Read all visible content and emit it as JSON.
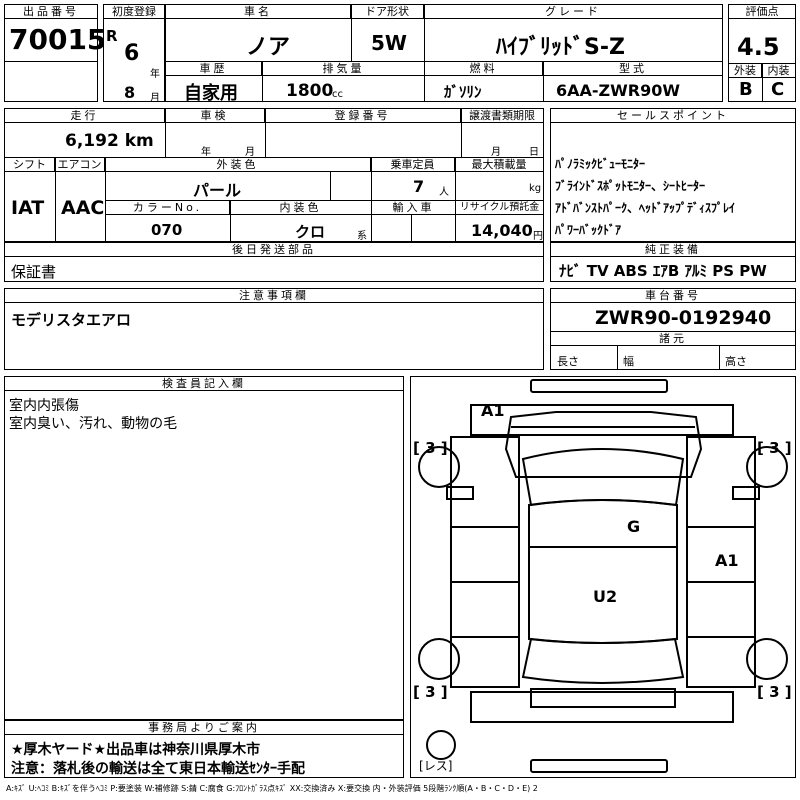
{
  "lot": {
    "label": "出品番号",
    "value": "70015"
  },
  "first_reg": {
    "label": "初度登録",
    "era": "R",
    "year": "6",
    "year_unit": "年",
    "month": "8",
    "month_unit": "月"
  },
  "car_name": {
    "label": "車名",
    "value": "ノア"
  },
  "history": {
    "label": "車歴",
    "value": "自家用"
  },
  "displacement": {
    "label": "排気量",
    "value": "1800",
    "unit": "cc"
  },
  "door": {
    "label": "ドア形状",
    "value": "5W"
  },
  "fuel": {
    "label": "燃料",
    "value": "ｶﾞｿﾘﾝ"
  },
  "grade": {
    "label": "グレード",
    "value": "ﾊｲﾌﾞﾘｯﾄﾞS-Z"
  },
  "model_code": {
    "label": "型式",
    "value": "6AA-ZWR90W"
  },
  "score": {
    "label": "評価点",
    "value": "4.5",
    "exterior_label": "外装",
    "exterior": "B",
    "interior_label": "内装",
    "interior": "C"
  },
  "mileage": {
    "label": "走行",
    "value": "6,192 km"
  },
  "inspection": {
    "label": "車検",
    "year_unit": "年",
    "month_unit": "月"
  },
  "registration": {
    "label": "登録番号"
  },
  "transfer_doc": {
    "label": "譲渡書類期限",
    "month_unit": "月",
    "day_unit": "日"
  },
  "shift": {
    "label": "シフト",
    "value": "IAT"
  },
  "aircon": {
    "label": "エアコン",
    "value": "AAC"
  },
  "exterior_color": {
    "label": "外装色",
    "value": "パール"
  },
  "color_no": {
    "label": "カラーNo.",
    "value": "070"
  },
  "interior_color": {
    "label": "内装色",
    "value": "クロ",
    "unit": "系"
  },
  "capacity": {
    "label": "乗車定員",
    "value": "7",
    "unit": "人"
  },
  "max_load": {
    "label": "最大積載量",
    "unit": "kg"
  },
  "import": {
    "label": "輸入車"
  },
  "recycle": {
    "label": "リサイクル預託金",
    "value": "14,040",
    "unit": "円"
  },
  "later_parts": {
    "label": "後日発送部品",
    "value": "保証書"
  },
  "sales_points": {
    "label": "セールスポイント",
    "items": [
      "ﾊﾟﾉﾗﾐｯｸﾋﾞｭｰﾓﾆﾀｰ",
      "ﾌﾞﾗｲﾝﾄﾞｽﾎﾟｯﾄﾓﾆﾀｰ、ｼｰﾄﾋｰﾀｰ",
      "ｱﾄﾞﾊﾞﾝｽﾄﾊﾟｰｸ、ﾍｯﾄﾞｱｯﾌﾟﾃﾞｨｽﾌﾟﾚｲ",
      "ﾊﾟﾜｰﾊﾞｯｸﾄﾞｱ"
    ]
  },
  "equipment": {
    "label": "純正装備",
    "value": "ﾅﾋﾞ TV ABS ｴｱB ｱﾙﾐ PS PW"
  },
  "notes": {
    "label": "注意事項欄",
    "value": "モデリスタエアロ"
  },
  "chassis": {
    "label": "車台番号",
    "value": "ZWR90-0192940"
  },
  "dims": {
    "label": "諸元",
    "length": "長さ",
    "width": "幅",
    "height": "高さ"
  },
  "inspector": {
    "label": "検査員記入欄",
    "lines": [
      "室内内張傷",
      "室内臭い、汚れ、動物の毛"
    ]
  },
  "office": {
    "label": "事務局よりご案内",
    "lines": [
      "★厚木ヤード★出品車は神奈川県厚木市",
      "注意：落札後の輸送は全て東日本輸送ｾﾝﾀｰ手配"
    ]
  },
  "diagram": {
    "marks": {
      "front_left": "A1",
      "roof": "G",
      "right_door": "A1",
      "floor": "U2"
    },
    "tires": {
      "front_left": "3",
      "front_right": "3",
      "rear_left": "3",
      "rear_right": "3"
    },
    "spare": "レス"
  },
  "legend": "A:ｷｽﾞ U:ﾍｺﾐ B:ｷｽﾞを伴うﾍｺﾐ P:要塗装 W:補修跡 S:錆 C:腐食 G:ﾌﾛﾝﾄｶﾞﾗｽ点ｷｽﾞ XX:交換済み X:要交換  内・外装評価  5段階ﾗﾝｸ順(A・B・C・D・E) 2"
}
